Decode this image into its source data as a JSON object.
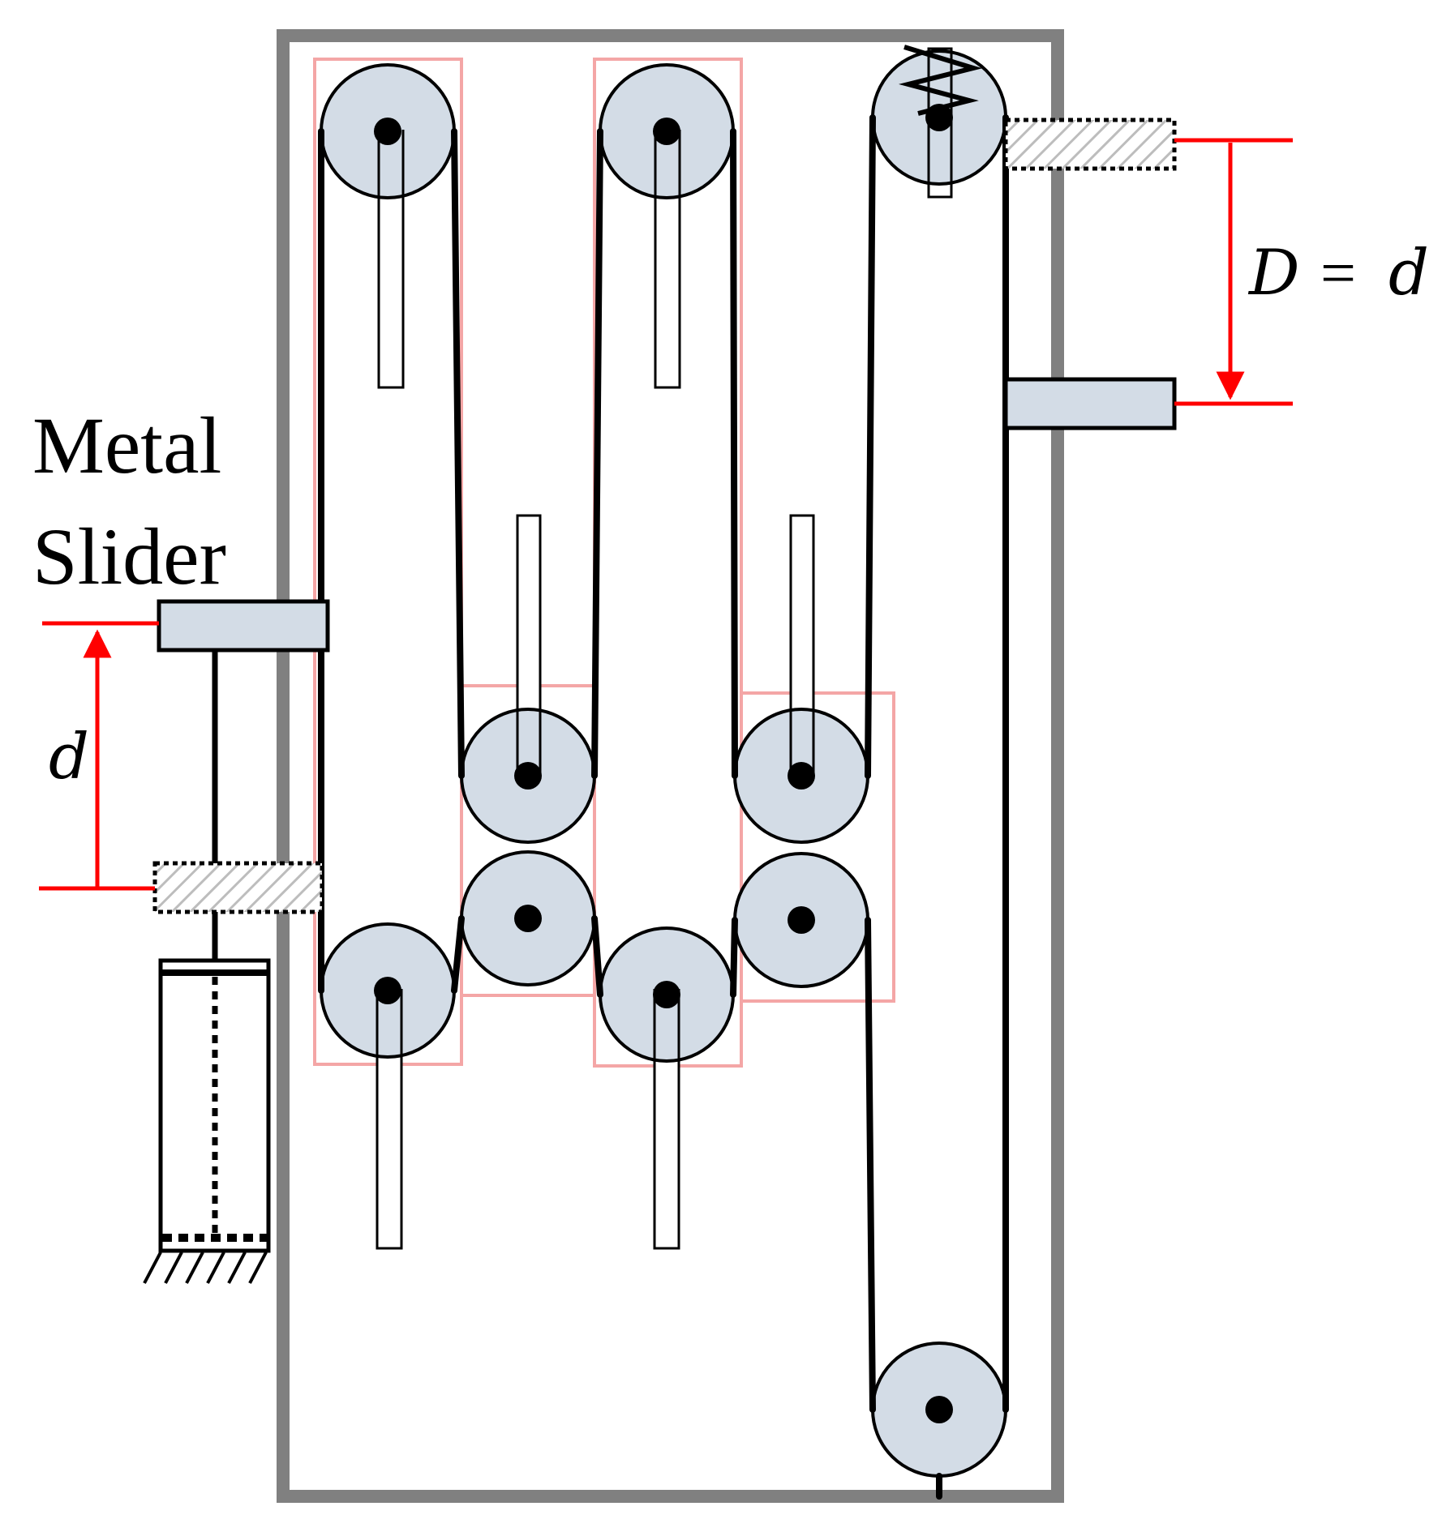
{
  "labels": {
    "metal_line1": "Metal",
    "metal_line2": "Slider",
    "d_left": "d",
    "D_symbol": "D",
    "equals": "=",
    "d_right": "d"
  },
  "colors": {
    "frame": "#808080",
    "pulley_fill": "#d3dce6",
    "belt": "#000000",
    "guide_outline": "#f4a6a6",
    "dimension": "#ff0000",
    "hatch": "#bbbbbb",
    "slider_fill": "#d3dce6"
  },
  "icons": {
    "spring": "zigzag-spring-icon",
    "ground": "ground-hatch-icon",
    "cylinder": "damper-cylinder-icon"
  }
}
